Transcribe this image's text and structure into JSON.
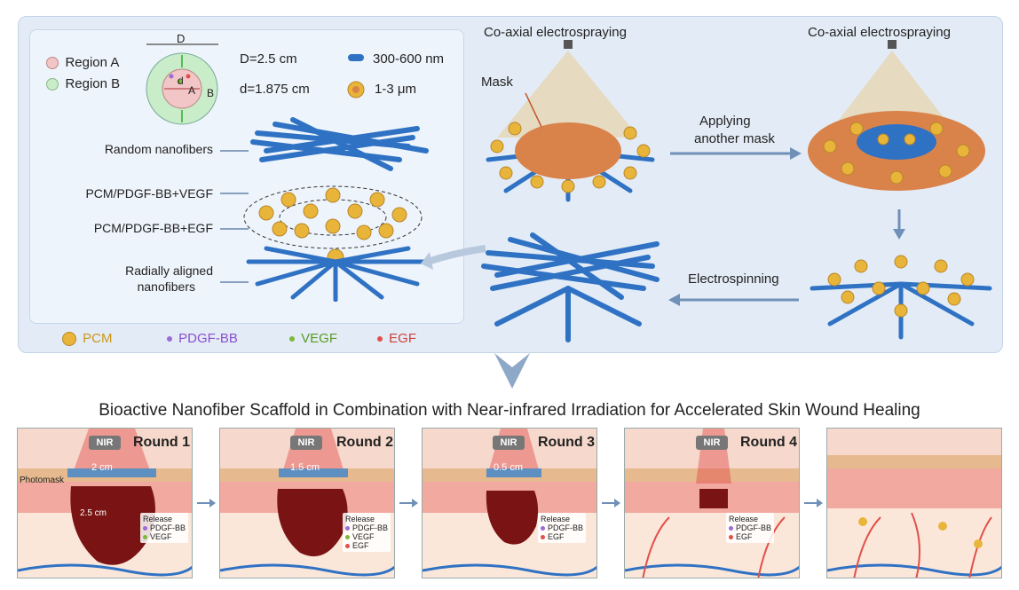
{
  "inset": {
    "region_a": "Region A",
    "region_b": "Region B",
    "D_label": "D",
    "d_label": "d",
    "A_label": "A",
    "B_label": "B",
    "D_value": "D=2.5 cm",
    "d_value": "d=1.875 cm",
    "fiber_size": "300-600 nm",
    "particle_size": "1-3 μm",
    "layers": [
      "Random nanofibers",
      "PCM/PDGF-BB+VEGF",
      "PCM/PDGF-BB+EGF",
      "Radially aligned",
      "nanofibers"
    ]
  },
  "legend": {
    "pcm": "PCM",
    "pdgf": "PDGF-BB",
    "vegf": "VEGF",
    "egf": "EGF"
  },
  "process": {
    "coaxial_1": "Co-axial electrospraying",
    "coaxial_2": "Co-axial electrospraying",
    "mask": "Mask",
    "applying_1": "Applying",
    "applying_2": "another mask",
    "electrospinning": "Electrospinning"
  },
  "colors": {
    "fiber": "#2f72c4",
    "particle": "#e8b53a",
    "mask": "#d9834a",
    "pdgf": "#9b6bd6",
    "vegf": "#7bb83a",
    "egf": "#e0504a",
    "wound": "#7a1414"
  },
  "title": "Bioactive Nanofiber Scaffold in Combination with Near-infrared Irradiation for Accelerated Skin Wound Healing",
  "rounds": [
    {
      "name": "Round 1",
      "nir": "NIR",
      "width": "2 cm",
      "photomask": "Photomask",
      "wound": "2.5 cm",
      "release": "Release",
      "factors": [
        "PDGF-BB",
        "VEGF"
      ]
    },
    {
      "name": "Round 2",
      "nir": "NIR",
      "width": "1.5 cm",
      "release": "Release",
      "factors": [
        "PDGF-BB",
        "VEGF",
        "EGF"
      ]
    },
    {
      "name": "Round 3",
      "nir": "NIR",
      "width": "0.5 cm",
      "release": "Release",
      "factors": [
        "PDGF-BB",
        "EGF"
      ]
    },
    {
      "name": "Round 4",
      "nir": "NIR",
      "release": "Release",
      "factors": [
        "PDGF-BB",
        "EGF"
      ]
    }
  ]
}
